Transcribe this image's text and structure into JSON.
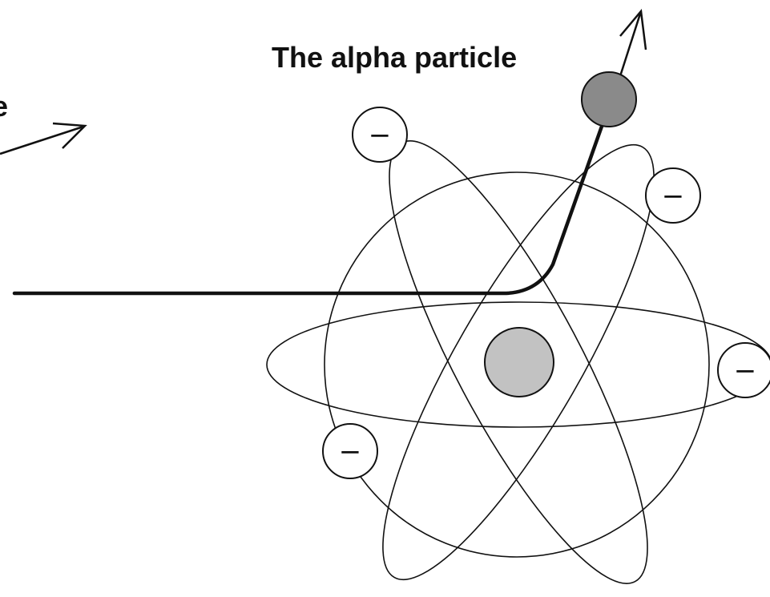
{
  "labels": {
    "alpha_particle": "The alpha particle",
    "edge_fragment": "e"
  },
  "electron_sign": "−",
  "colors": {
    "background": "#ffffff",
    "line": "#111111",
    "nucleus_fill": "#c2c2c2",
    "alpha_fill": "#8a8a8a",
    "electron_fill": "#ffffff"
  },
  "icons": {
    "electron": "minus-in-circle",
    "nucleus": "filled-circle",
    "alpha_particle": "filled-circle",
    "arrow": "open-arrowhead"
  }
}
